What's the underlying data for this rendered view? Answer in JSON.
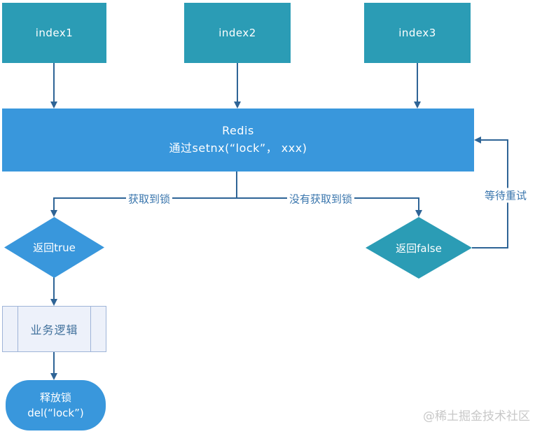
{
  "colors": {
    "teal": "#2b9cb5",
    "blue": "#3997dc",
    "connector": "#2e6496",
    "edge_label_text": "#3a76ad",
    "process_fill": "#edf1fa",
    "process_border": "#9fb4d8",
    "process_text": "#41719c",
    "watermark_text": "#c8c8c8"
  },
  "nodes": {
    "index1": {
      "label": "index1"
    },
    "index2": {
      "label": "index2"
    },
    "index3": {
      "label": "index3"
    },
    "redis": {
      "title": "Redis",
      "subtitle": "通过setnx(“lock”，  xxx)"
    },
    "return_true": {
      "label": "返回true"
    },
    "return_false": {
      "label": "返回false"
    },
    "business_logic": {
      "label": "业务逻辑"
    },
    "release_lock": {
      "line1": "释放锁",
      "line2": "del(“lock”)"
    }
  },
  "edges": {
    "acquired": {
      "label": "获取到锁"
    },
    "not_acquired": {
      "label": "没有获取到锁"
    },
    "retry": {
      "label": "等待重试"
    }
  },
  "watermark": {
    "text": "@稀土掘金技术社区"
  }
}
